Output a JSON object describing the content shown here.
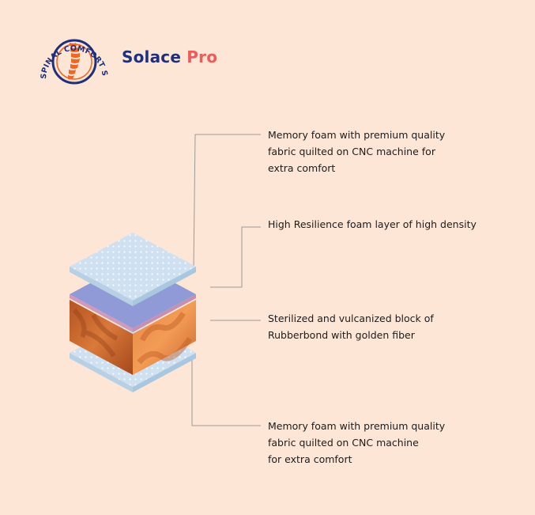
{
  "logo": {
    "arc_text": "SPINAL COMFORT SERIES",
    "ring_color": "#1f2f7a",
    "spine_color": "#f26522",
    "icon": "spine-icon"
  },
  "brand": {
    "name": "Solace",
    "suffix": "Pro",
    "name_color": "#1f2f7a",
    "suffix_color": "#ef5a5a"
  },
  "layers": [
    {
      "lines": [
        "Memory foam with premium quality",
        "fabric quilted on CNC machine for",
        "extra comfort"
      ]
    },
    {
      "lines": [
        "High Resilience foam layer of high density"
      ]
    },
    {
      "lines": [
        "Sterilized and vulcanized block of",
        "Rubberbond with golden fiber"
      ]
    },
    {
      "lines": [
        "Memory foam with premium quality",
        "fabric quilted on CNC machine",
        "for extra comfort"
      ]
    }
  ],
  "colors": {
    "background": "#fde6d6",
    "foam": "#cfe1f0",
    "hr_foam": "#8f9ad6",
    "rubber": "#c8642a",
    "leader": "#9a9a9a"
  }
}
